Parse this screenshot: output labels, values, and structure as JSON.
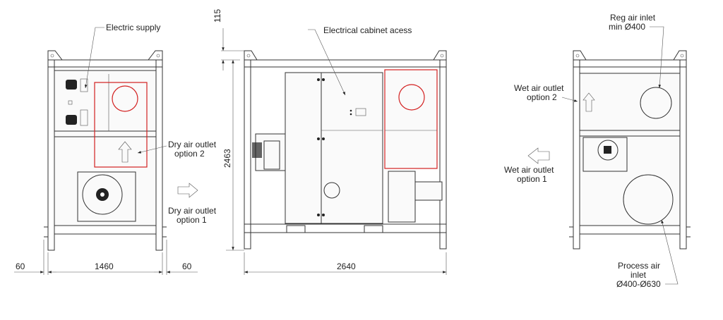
{
  "views": {
    "left": {
      "labels": {
        "electric_supply": "Electric supply",
        "dry_outlet_2_line1": "Dry air outlet",
        "dry_outlet_2_line2": "option 2",
        "dry_outlet_1_line1": "Dry air outlet",
        "dry_outlet_1_line2": "option 1"
      },
      "dimensions": {
        "left_margin": "60",
        "width": "1460",
        "right_margin": "60"
      }
    },
    "front": {
      "labels": {
        "electrical_cabinet": "Electrical cabinet acess"
      },
      "dimensions": {
        "top_offset": "115",
        "height": "2463",
        "width": "2640"
      }
    },
    "right": {
      "labels": {
        "reg_inlet_line1": "Reg air inlet",
        "reg_inlet_line2": "min Ø400",
        "wet_outlet_2_line1": "Wet air outlet",
        "wet_outlet_2_line2": "option 2",
        "wet_outlet_1_line1": "Wet air outlet",
        "wet_outlet_1_line2": "option 1",
        "process_inlet_line1": "Process air",
        "process_inlet_line2": "inlet",
        "process_inlet_line3": "Ø400-Ø630"
      }
    }
  },
  "colors": {
    "highlight": "#d32020",
    "line": "#333333"
  }
}
